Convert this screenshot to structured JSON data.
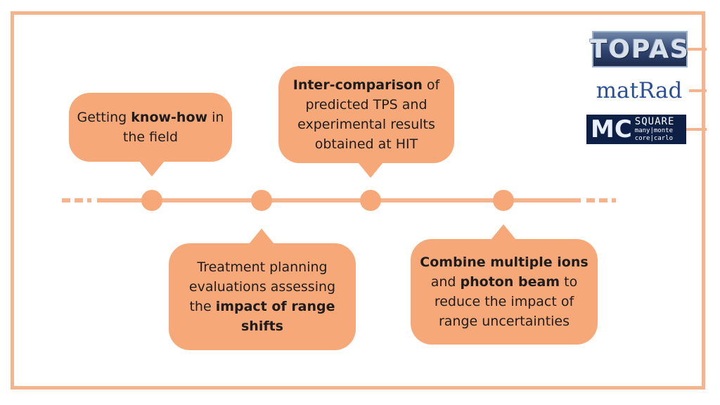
{
  "colors": {
    "frame": "#f6b48c",
    "timeline": "#f6b48c",
    "bubble": "#f7a878",
    "text": "#1d1d1d"
  },
  "bubbles": [
    {
      "segments": [
        {
          "text": "Getting ",
          "bold": false
        },
        {
          "text": "know-how",
          "bold": true
        },
        {
          "text": " in the field",
          "bold": false
        }
      ]
    },
    {
      "segments": [
        {
          "text": "Inter-comparison",
          "bold": true
        },
        {
          "text": " of predicted TPS and experimental results obtained at HIT",
          "bold": false
        }
      ]
    },
    {
      "segments": [
        {
          "text": "Treatment planning evaluations assessing the ",
          "bold": false
        },
        {
          "text": "impact of range shifts",
          "bold": true
        }
      ]
    },
    {
      "segments": [
        {
          "text": "Combine multiple ions",
          "bold": true
        },
        {
          "text": " and ",
          "bold": false
        },
        {
          "text": "photon beam",
          "bold": true
        },
        {
          "text": " to reduce the impact of range uncertainties",
          "bold": false
        }
      ]
    }
  ],
  "logos": {
    "topas": "TOPAS",
    "matrad": "matRad",
    "mcsquare": {
      "mc": "MC",
      "line1": "SQUARE",
      "line2": "many|monte core|carlo"
    }
  }
}
